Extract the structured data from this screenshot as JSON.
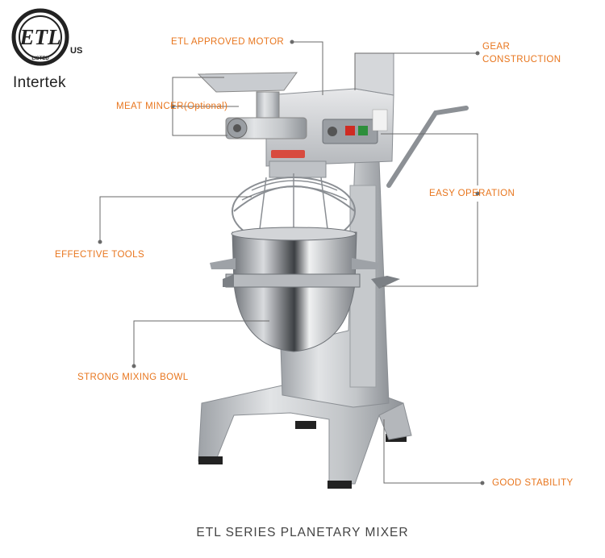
{
  "logo": {
    "mark_text": "ETL",
    "listed_text": "LISTED",
    "country": "US",
    "brand": "Intertek"
  },
  "callouts": {
    "motor": "ETL APPROVED MOTOR",
    "gear_line1": "GEAR",
    "gear_line2": "CONSTRUCTION",
    "mincer": "MEAT MINCER(Optional)",
    "operation": "EASY OPERATION",
    "tools": "EFFECTIVE TOOLS",
    "bowl": "STRONG MIXING BOWL",
    "stability": "GOOD STABILITY"
  },
  "caption": "ETL SERIES PLANETARY MIXER",
  "colors": {
    "accent": "#e8761e",
    "leader_line": "#6a6a6a",
    "body_metal": "#c9cbce",
    "caption": "#444444"
  },
  "icons": [
    "etl-listed-logo",
    "planetary-mixer-image"
  ]
}
